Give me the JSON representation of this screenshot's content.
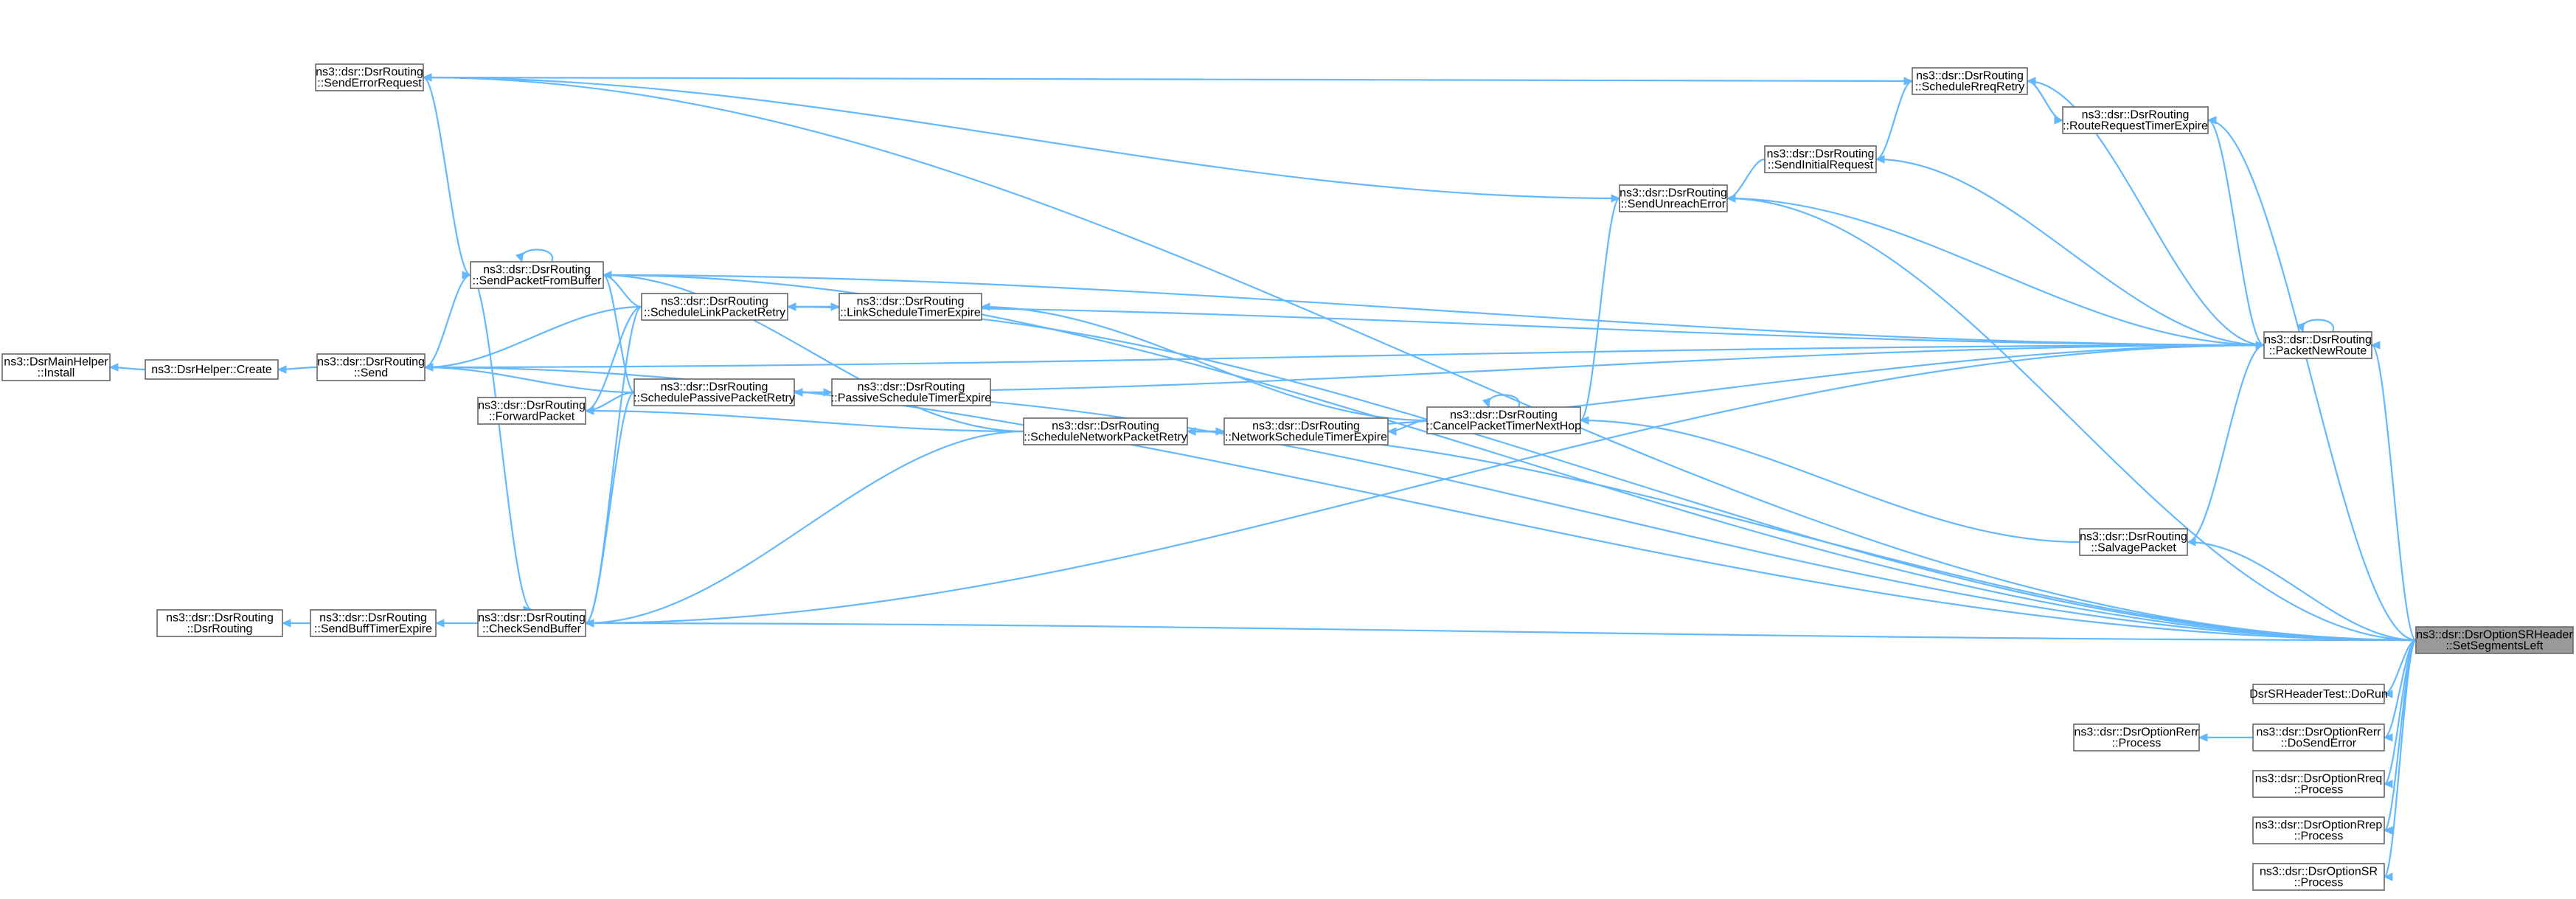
{
  "nodes": [
    {
      "id": "root",
      "lines": [
        "ns3::dsr::DsrOptionSRHeader",
        "::SetSegmentsLeft"
      ],
      "highlight": true
    },
    {
      "id": "packetNewRoute",
      "lines": [
        "ns3::dsr::DsrRouting",
        "::PacketNewRoute"
      ]
    },
    {
      "id": "salvagePacket",
      "lines": [
        "ns3::dsr::DsrRouting",
        "::SalvagePacket"
      ]
    },
    {
      "id": "checkSendBuffer",
      "lines": [
        "ns3::dsr::DsrRouting",
        "::CheckSendBuffer"
      ]
    },
    {
      "id": "doRun",
      "lines": [
        "DsrSRHeaderTest::DoRun"
      ]
    },
    {
      "id": "rerrDoSendError",
      "lines": [
        "ns3::dsr::DsrOptionRerr",
        "::DoSendError"
      ]
    },
    {
      "id": "rerrProcess",
      "lines": [
        "ns3::dsr::DsrOptionRerr",
        "::Process"
      ]
    },
    {
      "id": "rreqProcess",
      "lines": [
        "ns3::dsr::DsrOptionRreq",
        "::Process"
      ]
    },
    {
      "id": "rrepProcess",
      "lines": [
        "ns3::dsr::DsrOptionRrep",
        "::Process"
      ]
    },
    {
      "id": "srProcess",
      "lines": [
        "ns3::dsr::DsrOptionSR",
        "::Process"
      ]
    },
    {
      "id": "sendErrorRequest",
      "lines": [
        "ns3::dsr::DsrRouting",
        "::SendErrorRequest"
      ]
    },
    {
      "id": "scheduleRreqRetry",
      "lines": [
        "ns3::dsr::DsrRouting",
        "::ScheduleRreqRetry"
      ]
    },
    {
      "id": "routeRequestTimerExpire",
      "lines": [
        "ns3::dsr::DsrRouting",
        "::RouteRequestTimerExpire"
      ]
    },
    {
      "id": "sendInitialRequest",
      "lines": [
        "ns3::dsr::DsrRouting",
        "::SendInitialRequest"
      ]
    },
    {
      "id": "sendUnreachError",
      "lines": [
        "ns3::dsr::DsrRouting",
        "::SendUnreachError"
      ]
    },
    {
      "id": "sendPacketFromBuffer",
      "lines": [
        "ns3::dsr::DsrRouting",
        "::SendPacketFromBuffer"
      ]
    },
    {
      "id": "scheduleLinkPacketRetry",
      "lines": [
        "ns3::dsr::DsrRouting",
        "::ScheduleLinkPacketRetry"
      ]
    },
    {
      "id": "linkScheduleTimerExpire",
      "lines": [
        "ns3::dsr::DsrRouting",
        "::LinkScheduleTimerExpire"
      ]
    },
    {
      "id": "send",
      "lines": [
        "ns3::dsr::DsrRouting",
        "::Send"
      ]
    },
    {
      "id": "forwardPacket",
      "lines": [
        "ns3::dsr::DsrRouting",
        "::ForwardPacket"
      ]
    },
    {
      "id": "schedulePassivePacketRetry",
      "lines": [
        "ns3::dsr::DsrRouting",
        "::SchedulePassivePacketRetry"
      ]
    },
    {
      "id": "passiveScheduleTimerExpire",
      "lines": [
        "ns3::dsr::DsrRouting",
        "::PassiveScheduleTimerExpire"
      ]
    },
    {
      "id": "scheduleNetworkPacketRetry",
      "lines": [
        "ns3::dsr::DsrRouting",
        "::ScheduleNetworkPacketRetry"
      ]
    },
    {
      "id": "networkScheduleTimerExpire",
      "lines": [
        "ns3::dsr::DsrRouting",
        "::NetworkScheduleTimerExpire"
      ]
    },
    {
      "id": "cancelPacketTimerNextHop",
      "lines": [
        "ns3::dsr::DsrRouting",
        "::CancelPacketTimerNextHop"
      ]
    },
    {
      "id": "helperCreate",
      "lines": [
        "ns3::DsrHelper::Create"
      ]
    },
    {
      "id": "mainHelperInstall",
      "lines": [
        "ns3::DsrMainHelper",
        "::Install"
      ]
    },
    {
      "id": "sendBuffTimerExpire",
      "lines": [
        "ns3::dsr::DsrRouting",
        "::SendBuffTimerExpire"
      ]
    },
    {
      "id": "dsrRouting",
      "lines": [
        "ns3::dsr::DsrRouting",
        "::DsrRouting"
      ]
    }
  ],
  "edges": [
    [
      "root",
      "packetNewRoute"
    ],
    [
      "root",
      "salvagePacket"
    ],
    [
      "root",
      "checkSendBuffer"
    ],
    [
      "root",
      "doRun"
    ],
    [
      "root",
      "rerrDoSendError"
    ],
    [
      "root",
      "rreqProcess"
    ],
    [
      "root",
      "rrepProcess"
    ],
    [
      "root",
      "srProcess"
    ],
    [
      "root",
      "sendErrorRequest"
    ],
    [
      "root",
      "routeRequestTimerExpire"
    ],
    [
      "root",
      "sendUnreachError"
    ],
    [
      "root",
      "sendPacketFromBuffer"
    ],
    [
      "root",
      "scheduleLinkPacketRetry"
    ],
    [
      "root",
      "schedulePassivePacketRetry"
    ],
    [
      "root",
      "scheduleNetworkPacketRetry"
    ],
    [
      "root",
      "send"
    ],
    [
      "rerrDoSendError",
      "rerrProcess"
    ],
    [
      "packetNewRoute",
      "packetNewRoute"
    ],
    [
      "packetNewRoute",
      "checkSendBuffer"
    ],
    [
      "packetNewRoute",
      "sendInitialRequest"
    ],
    [
      "packetNewRoute",
      "scheduleRreqRetry"
    ],
    [
      "packetNewRoute",
      "sendUnreachError"
    ],
    [
      "packetNewRoute",
      "scheduleLinkPacketRetry"
    ],
    [
      "packetNewRoute",
      "schedulePassivePacketRetry"
    ],
    [
      "packetNewRoute",
      "scheduleNetworkPacketRetry"
    ],
    [
      "packetNewRoute",
      "send"
    ],
    [
      "packetNewRoute",
      "sendPacketFromBuffer"
    ],
    [
      "salvagePacket",
      "cancelPacketTimerNextHop"
    ],
    [
      "salvagePacket",
      "packetNewRoute"
    ],
    [
      "scheduleRreqRetry",
      "routeRequestTimerExpire"
    ],
    [
      "scheduleRreqRetry",
      "sendErrorRequest"
    ],
    [
      "routeRequestTimerExpire",
      "scheduleRreqRetry"
    ],
    [
      "routeRequestTimerExpire",
      "packetNewRoute"
    ],
    [
      "sendInitialRequest",
      "scheduleRreqRetry"
    ],
    [
      "sendInitialRequest",
      "sendUnreachError"
    ],
    [
      "sendErrorRequest",
      "sendUnreachError"
    ],
    [
      "sendErrorRequest",
      "sendPacketFromBuffer"
    ],
    [
      "sendUnreachError",
      "cancelPacketTimerNextHop"
    ],
    [
      "cancelPacketTimerNextHop",
      "cancelPacketTimerNextHop"
    ],
    [
      "cancelPacketTimerNextHop",
      "networkScheduleTimerExpire"
    ],
    [
      "cancelPacketTimerNextHop",
      "linkScheduleTimerExpire"
    ],
    [
      "networkScheduleTimerExpire",
      "scheduleNetworkPacketRetry"
    ],
    [
      "scheduleNetworkPacketRetry",
      "networkScheduleTimerExpire"
    ],
    [
      "scheduleNetworkPacketRetry",
      "forwardPacket"
    ],
    [
      "scheduleNetworkPacketRetry",
      "checkSendBuffer"
    ],
    [
      "scheduleNetworkPacketRetry",
      "sendPacketFromBuffer"
    ],
    [
      "linkScheduleTimerExpire",
      "scheduleLinkPacketRetry"
    ],
    [
      "scheduleLinkPacketRetry",
      "linkScheduleTimerExpire"
    ],
    [
      "scheduleLinkPacketRetry",
      "send"
    ],
    [
      "scheduleLinkPacketRetry",
      "forwardPacket"
    ],
    [
      "scheduleLinkPacketRetry",
      "checkSendBuffer"
    ],
    [
      "scheduleLinkPacketRetry",
      "sendPacketFromBuffer"
    ],
    [
      "passiveScheduleTimerExpire",
      "schedulePassivePacketRetry"
    ],
    [
      "schedulePassivePacketRetry",
      "passiveScheduleTimerExpire"
    ],
    [
      "schedulePassivePacketRetry",
      "send"
    ],
    [
      "schedulePassivePacketRetry",
      "forwardPacket"
    ],
    [
      "schedulePassivePacketRetry",
      "checkSendBuffer"
    ],
    [
      "schedulePassivePacketRetry",
      "sendPacketFromBuffer"
    ],
    [
      "sendPacketFromBuffer",
      "sendPacketFromBuffer"
    ],
    [
      "sendPacketFromBuffer",
      "send"
    ],
    [
      "sendPacketFromBuffer",
      "checkSendBuffer"
    ],
    [
      "send",
      "helperCreate"
    ],
    [
      "helperCreate",
      "mainHelperInstall"
    ],
    [
      "checkSendBuffer",
      "sendBuffTimerExpire"
    ],
    [
      "sendBuffTimerExpire",
      "dsrRouting"
    ]
  ]
}
